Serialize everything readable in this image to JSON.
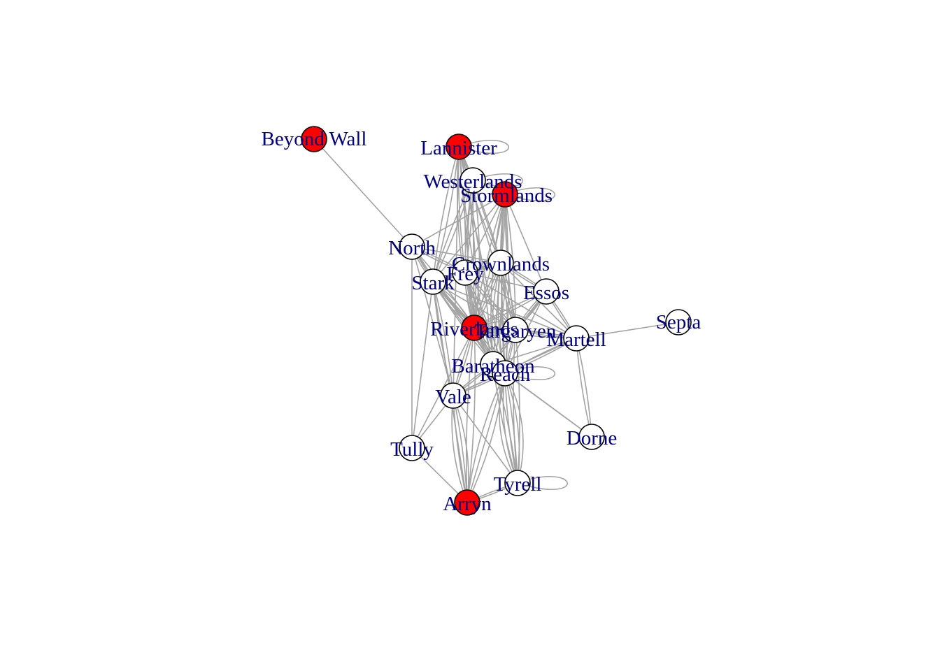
{
  "graph": {
    "colors": {
      "edge": "#a3a3a3",
      "node_stroke": "#000000",
      "node_default": "#ffffff",
      "node_highlight": "#ff0000",
      "label": "#000080",
      "background": "#ffffff"
    },
    "nodes": [
      {
        "id": "beyond-wall",
        "label": "Beyond Wall",
        "highlighted": true
      },
      {
        "id": "lannister",
        "label": "Lannister",
        "highlighted": true
      },
      {
        "id": "westerlands",
        "label": "Westerlands",
        "highlighted": false
      },
      {
        "id": "stormlands",
        "label": "Stormlands",
        "highlighted": true
      },
      {
        "id": "north",
        "label": "North",
        "highlighted": false
      },
      {
        "id": "crownlands",
        "label": "Crownlands",
        "highlighted": false
      },
      {
        "id": "frey",
        "label": "Frey",
        "highlighted": false
      },
      {
        "id": "stark",
        "label": "Stark",
        "highlighted": false
      },
      {
        "id": "essos",
        "label": "Essos",
        "highlighted": false
      },
      {
        "id": "riverlands",
        "label": "Riverlands",
        "highlighted": true
      },
      {
        "id": "targaryen",
        "label": "Targaryen",
        "highlighted": false
      },
      {
        "id": "martell",
        "label": "Martell",
        "highlighted": false
      },
      {
        "id": "septa",
        "label": "Septa",
        "highlighted": false
      },
      {
        "id": "baratheon",
        "label": "Baratheon",
        "highlighted": false
      },
      {
        "id": "reach",
        "label": "Reach",
        "highlighted": false
      },
      {
        "id": "vale",
        "label": "Vale",
        "highlighted": false
      },
      {
        "id": "dorne",
        "label": "Dorne",
        "highlighted": false
      },
      {
        "id": "tully",
        "label": "Tully",
        "highlighted": false
      },
      {
        "id": "tyrell",
        "label": "Tyrell",
        "highlighted": false
      },
      {
        "id": "arryn",
        "label": "Arryn",
        "highlighted": true
      }
    ],
    "edges": [
      [
        "beyond-wall",
        "north",
        1
      ],
      [
        "lannister",
        "lannister",
        1
      ],
      [
        "lannister",
        "westerlands",
        2
      ],
      [
        "lannister",
        "riverlands",
        3
      ],
      [
        "lannister",
        "frey",
        2
      ],
      [
        "lannister",
        "stark",
        2
      ],
      [
        "lannister",
        "crownlands",
        2
      ],
      [
        "lannister",
        "targaryen",
        1
      ],
      [
        "lannister",
        "baratheon",
        2
      ],
      [
        "lannister",
        "reach",
        1
      ],
      [
        "lannister",
        "vale",
        1
      ],
      [
        "westerlands",
        "westerlands",
        1
      ],
      [
        "westerlands",
        "riverlands",
        3
      ],
      [
        "westerlands",
        "stark",
        2
      ],
      [
        "westerlands",
        "frey",
        2
      ],
      [
        "westerlands",
        "crownlands",
        1
      ],
      [
        "stormlands",
        "stormlands",
        1
      ],
      [
        "stormlands",
        "crownlands",
        2
      ],
      [
        "stormlands",
        "baratheon",
        3
      ],
      [
        "stormlands",
        "riverlands",
        2
      ],
      [
        "stormlands",
        "reach",
        2
      ],
      [
        "stormlands",
        "stark",
        1
      ],
      [
        "stormlands",
        "targaryen",
        2
      ],
      [
        "stormlands",
        "essos",
        1
      ],
      [
        "stormlands",
        "frey",
        1
      ],
      [
        "stormlands",
        "north",
        1
      ],
      [
        "north",
        "stark",
        3
      ],
      [
        "north",
        "riverlands",
        2
      ],
      [
        "north",
        "frey",
        2
      ],
      [
        "north",
        "vale",
        1
      ],
      [
        "north",
        "tully",
        1
      ],
      [
        "north",
        "crownlands",
        1
      ],
      [
        "north",
        "baratheon",
        1
      ],
      [
        "stark",
        "riverlands",
        4
      ],
      [
        "stark",
        "frey",
        3
      ],
      [
        "stark",
        "tully",
        1
      ],
      [
        "stark",
        "vale",
        2
      ],
      [
        "stark",
        "reach",
        2
      ],
      [
        "stark",
        "crownlands",
        2
      ],
      [
        "stark",
        "targaryen",
        1
      ],
      [
        "stark",
        "baratheon",
        2
      ],
      [
        "stark",
        "martell",
        1
      ],
      [
        "stark",
        "arryn",
        1
      ],
      [
        "frey",
        "riverlands",
        3
      ],
      [
        "frey",
        "crownlands",
        2
      ],
      [
        "frey",
        "baratheon",
        2
      ],
      [
        "frey",
        "reach",
        2
      ],
      [
        "frey",
        "targaryen",
        2
      ],
      [
        "frey",
        "essos",
        1
      ],
      [
        "frey",
        "martell",
        1
      ],
      [
        "crownlands",
        "targaryen",
        3
      ],
      [
        "crownlands",
        "riverlands",
        3
      ],
      [
        "crownlands",
        "essos",
        2
      ],
      [
        "crownlands",
        "baratheon",
        3
      ],
      [
        "crownlands",
        "reach",
        3
      ],
      [
        "crownlands",
        "martell",
        1
      ],
      [
        "essos",
        "targaryen",
        3
      ],
      [
        "essos",
        "martell",
        2
      ],
      [
        "essos",
        "riverlands",
        2
      ],
      [
        "essos",
        "baratheon",
        1
      ],
      [
        "essos",
        "reach",
        1
      ],
      [
        "riverlands",
        "targaryen",
        2
      ],
      [
        "riverlands",
        "baratheon",
        2
      ],
      [
        "riverlands",
        "reach",
        3
      ],
      [
        "riverlands",
        "vale",
        2
      ],
      [
        "riverlands",
        "tully",
        1
      ],
      [
        "riverlands",
        "arryn",
        2
      ],
      [
        "riverlands",
        "martell",
        2
      ],
      [
        "riverlands",
        "riverlands",
        1
      ],
      [
        "targaryen",
        "martell",
        2
      ],
      [
        "targaryen",
        "baratheon",
        2
      ],
      [
        "targaryen",
        "reach",
        2
      ],
      [
        "targaryen",
        "tyrell",
        2
      ],
      [
        "martell",
        "septa",
        1
      ],
      [
        "martell",
        "dorne",
        2
      ],
      [
        "martell",
        "reach",
        2
      ],
      [
        "martell",
        "baratheon",
        1
      ],
      [
        "martell",
        "vale",
        1
      ],
      [
        "baratheon",
        "reach",
        3
      ],
      [
        "baratheon",
        "vale",
        2
      ],
      [
        "baratheon",
        "tyrell",
        2
      ],
      [
        "baratheon",
        "dorne",
        1
      ],
      [
        "reach",
        "reach",
        1
      ],
      [
        "reach",
        "tyrell",
        6
      ],
      [
        "reach",
        "dorne",
        1
      ],
      [
        "reach",
        "vale",
        2
      ],
      [
        "reach",
        "arryn",
        3
      ],
      [
        "vale",
        "arryn",
        4
      ],
      [
        "vale",
        "tully",
        1
      ],
      [
        "vale",
        "tyrell",
        1
      ],
      [
        "tully",
        "arryn",
        1
      ],
      [
        "tyrell",
        "tyrell",
        1
      ],
      [
        "tyrell",
        "arryn",
        2
      ]
    ]
  }
}
